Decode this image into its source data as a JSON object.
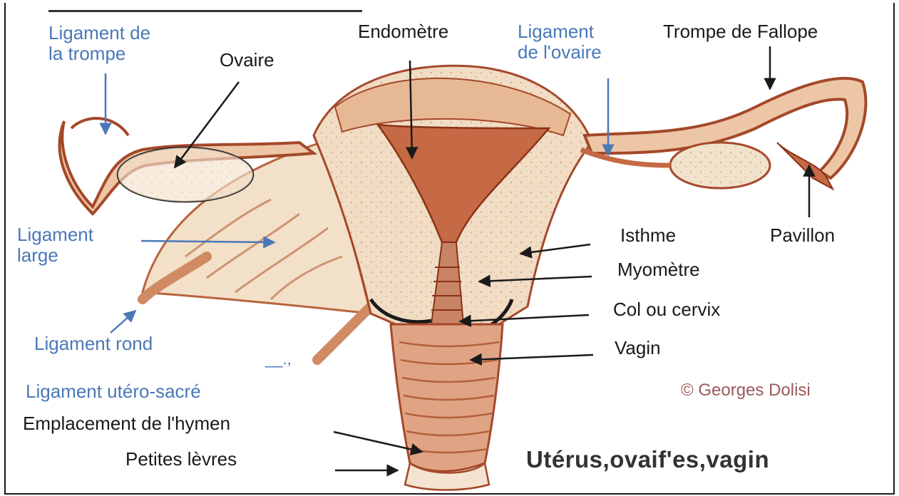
{
  "labels": {
    "ligament_trompe": "Ligament de\nla trompe",
    "ovaire": "Ovaire",
    "endometre": "Endomètre",
    "ligament_ovaire": "Ligament\nde l'ovaire",
    "trompe_fallope": "Trompe de Fallope",
    "ligament_large": "Ligament\nlarge",
    "isthme": "Isthme",
    "pavillon": "Pavillon",
    "myometre": "Myomètre",
    "col_cervix": "Col ou cervix",
    "vagin": "Vagin",
    "ligament_rond": "Ligament rond",
    "stray_mark": "__.,",
    "ligament_utero_sacre": "Ligament utéro-sacré",
    "copyright": "© Georges Dolisi",
    "emplacement_hymen": "Emplacement de l'hymen",
    "petites_levres": "Petites lèvres",
    "title": "Utérus,ovaif'es,vagin"
  },
  "colors": {
    "label_blue": "#4a78b8",
    "label_black": "#1a1a1a",
    "tissue_light": "#f1dcc4",
    "tissue_mid": "#d89a72",
    "tissue_dark": "#a4482a",
    "copyright": "#9a5a5a"
  }
}
